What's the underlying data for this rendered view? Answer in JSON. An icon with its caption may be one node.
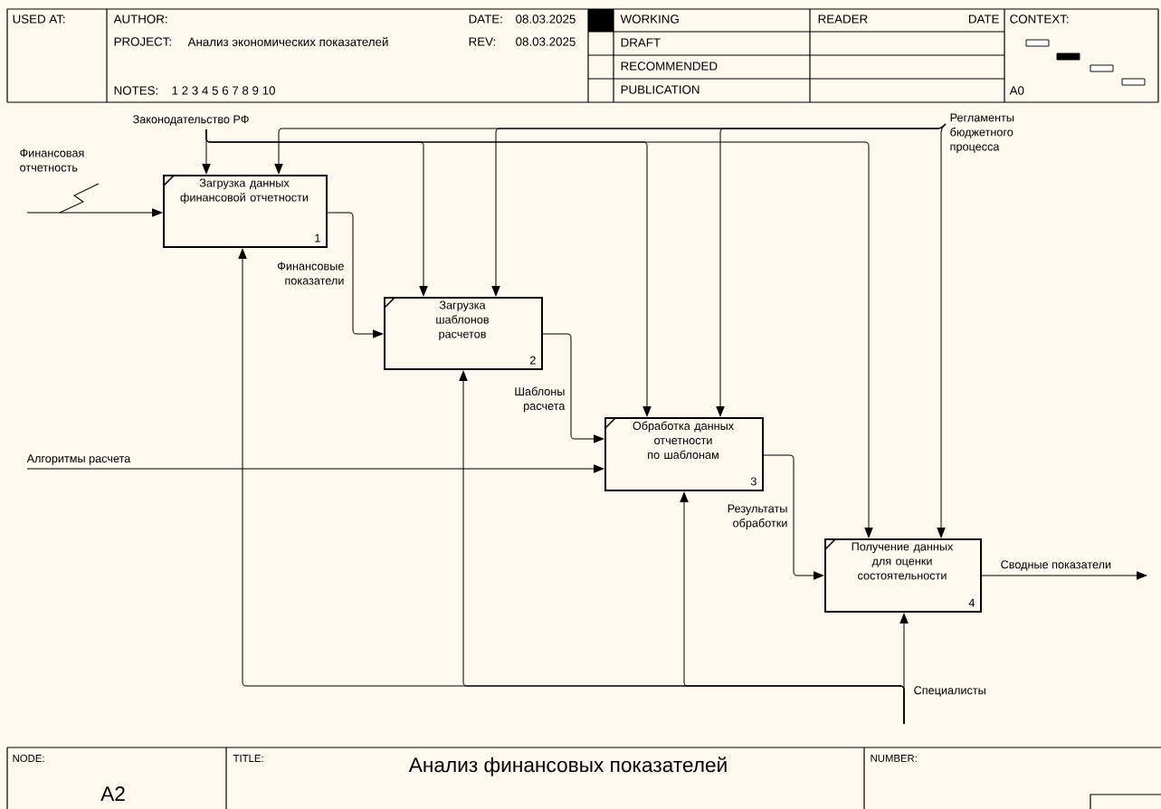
{
  "diagram": {
    "title": "Анализ финансовых показателей",
    "nodes": [
      {
        "text": [
          "Загрузка данных финансовой отчетности",
          "1"
        ]
      },
      {
        "text": [
          "Загрузка шаблонов расчетов",
          "2"
        ]
      },
      {
        "text": [
          "Обработка данных отчетности по шаблонам",
          "3"
        ]
      },
      {
        "text": [
          "Получение данных для оценки состоятельности",
          "4"
        ]
      }
    ],
    "edges": [
      {
        "from": null,
        "to": 0,
        "arrow": "to",
        "label": "Финансовая отчетность"
      },
      {
        "from": null,
        "to": 0,
        "arrow": "to",
        "label": "Законодательство РФ"
      },
      {
        "from": null,
        "to": 1,
        "arrow": "to"
      },
      {
        "from": null,
        "to": 2,
        "arrow": "to"
      },
      {
        "from": null,
        "to": 3,
        "arrow": "to"
      },
      {
        "from": null,
        "to": 0,
        "arrow": "to",
        "label": "Регламенты бюджетного процесса"
      },
      {
        "from": null,
        "to": 1,
        "arrow": "to"
      },
      {
        "from": null,
        "to": 2,
        "arrow": "to"
      },
      {
        "from": null,
        "to": 3,
        "arrow": "to"
      },
      {
        "from": 0,
        "to": 1,
        "arrow": "to",
        "label": "Финансовые показатели"
      },
      {
        "from": 1,
        "to": 2,
        "arrow": "to",
        "label": "Шаблоны расчета"
      },
      {
        "from": null,
        "to": 2,
        "arrow": "to",
        "label": "Алгоритмы расчета"
      },
      {
        "from": 2,
        "to": 3,
        "arrow": "to",
        "label": "Результаты обработки"
      },
      {
        "from": 3,
        "to": null,
        "arrow": "to",
        "label": "Сводные показатели"
      },
      {
        "from": null,
        "to": 3,
        "arrow": "to",
        "label": "Специалисты"
      },
      {
        "from": null,
        "to": 0,
        "arrow": "to"
      },
      {
        "from": null,
        "to": 1,
        "arrow": "to"
      },
      {
        "from": null,
        "to": 2,
        "arrow": "to"
      }
    ],
    "labels": [
      "USED AT:",
      "AUTHOR:",
      "DATE:",
      "08.03.2025",
      "WORKING",
      "READER",
      "DATE",
      "CONTEXT:",
      "PROJECT:",
      "Анализ экономических показателей",
      "REV:",
      "08.03.2025",
      "DRAFT",
      "RECOMMENDED",
      "NOTES:",
      "1 2 3 4 5 6 7 8 9 10",
      "PUBLICATION",
      "A0",
      "NODE:",
      "A2",
      "TITLE:",
      "NUMBER:"
    ]
  }
}
